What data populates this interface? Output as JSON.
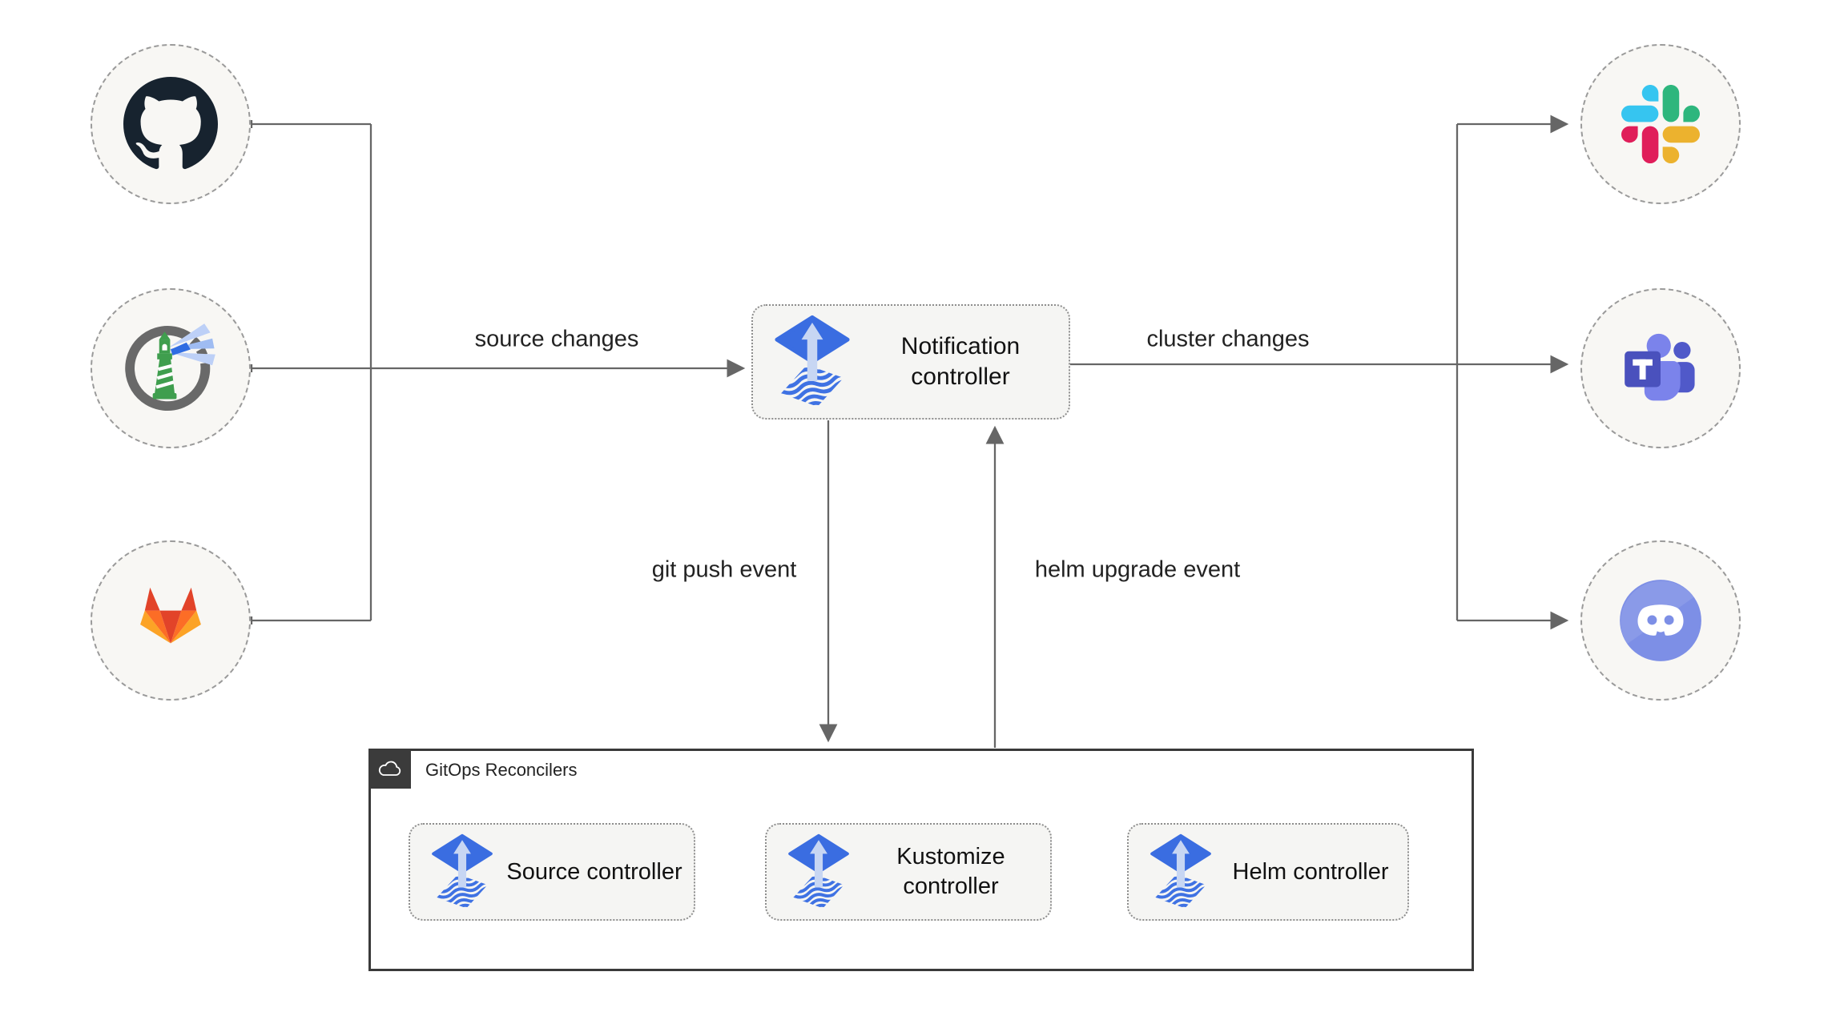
{
  "diagram": {
    "name": "flux-notification-controller-architecture"
  },
  "labels": {
    "source_changes": "source changes",
    "cluster_changes": "cluster changes",
    "git_push_event": "git push event",
    "helm_upgrade_event": "helm upgrade event"
  },
  "nodes": {
    "notification_controller": "Notification controller",
    "source_controller": "Source controller",
    "kustomize_controller": "Kustomize controller",
    "helm_controller": "Helm controller"
  },
  "group": {
    "label": "GitOps Reconcilers"
  },
  "icons": {
    "left_sources": [
      "github-icon",
      "harbor-icon",
      "gitlab-icon"
    ],
    "right_targets": [
      "slack-icon",
      "teams-icon",
      "discord-icon"
    ],
    "node_icon": "flux-icon",
    "group_icon": "cloud-icon"
  },
  "colors": {
    "line": "#666666",
    "node_fill": "#f5f5f3",
    "node_border": "#8e8e8e",
    "circle_fill": "#f8f7f4",
    "circle_border": "#9a9a9a",
    "group_border": "#3a3a3a",
    "badge_bg": "#3b3b3b",
    "flux_blue": "#3a6de1",
    "github_dark": "#17232f",
    "gitlab_red": "#e24329",
    "gitlab_orange": "#fc6d26",
    "gitlab_yellow": "#fca326",
    "slack_blue": "#36c5f0",
    "slack_green": "#2eb67d",
    "slack_yellow": "#ecb22e",
    "slack_red": "#e01e5a",
    "teams_purple": "#4a51bd",
    "discord_blurple": "#7d8fe6",
    "harbor_green": "#3f9e4e"
  }
}
